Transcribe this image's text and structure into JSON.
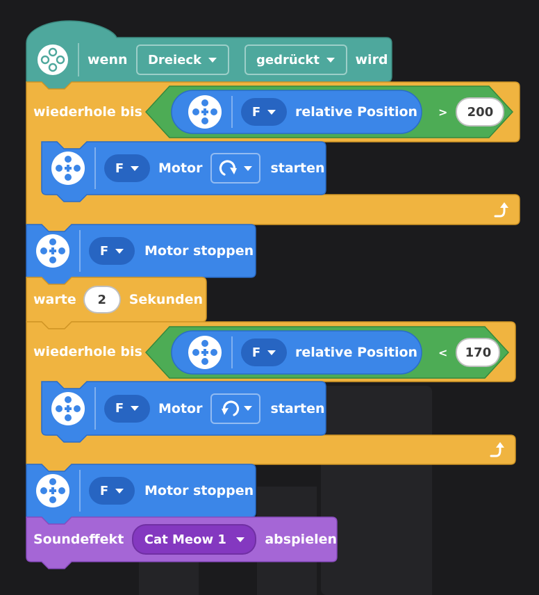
{
  "colors": {
    "event": "#4ea89d",
    "control": "#f0b440",
    "motor": "#3b86e8",
    "motor_dark": "#2765c2",
    "operator": "#4dac55",
    "sound": "#a566d6",
    "sound_dark": "#8438c0",
    "bg": "#1b1b1d"
  },
  "hat": {
    "icon": "gamepad-icon",
    "when": "wenn",
    "button_dropdown": "Dreieck",
    "action_dropdown": "gedrückt",
    "wird": "wird"
  },
  "repeat1": {
    "label": "wiederhole bis",
    "condition": {
      "icon": "motor-icon",
      "port": "F",
      "label": "relative Position",
      "op": ">",
      "value": "200"
    },
    "loop_icon": "loop-arrow-icon"
  },
  "motor_start1": {
    "icon": "motor-icon",
    "port": "F",
    "motor": "Motor",
    "direction_icon": "clockwise-arrow-icon",
    "start": "starten"
  },
  "motor_stop1": {
    "icon": "motor-icon",
    "port": "F",
    "label": "Motor stoppen"
  },
  "wait": {
    "label": "warte",
    "value": "2",
    "unit": "Sekunden"
  },
  "repeat2": {
    "label": "wiederhole bis",
    "condition": {
      "icon": "motor-icon",
      "port": "F",
      "label": "relative Position",
      "op": "<",
      "value": "170"
    },
    "loop_icon": "loop-arrow-icon"
  },
  "motor_start2": {
    "icon": "motor-icon",
    "port": "F",
    "motor": "Motor",
    "direction_icon": "counterclockwise-arrow-icon",
    "start": "starten"
  },
  "motor_stop2": {
    "icon": "motor-icon",
    "port": "F",
    "label": "Motor stoppen"
  },
  "sound": {
    "label": "Soundeffekt",
    "sound_dropdown": "Cat Meow 1",
    "play": "abspielen"
  }
}
